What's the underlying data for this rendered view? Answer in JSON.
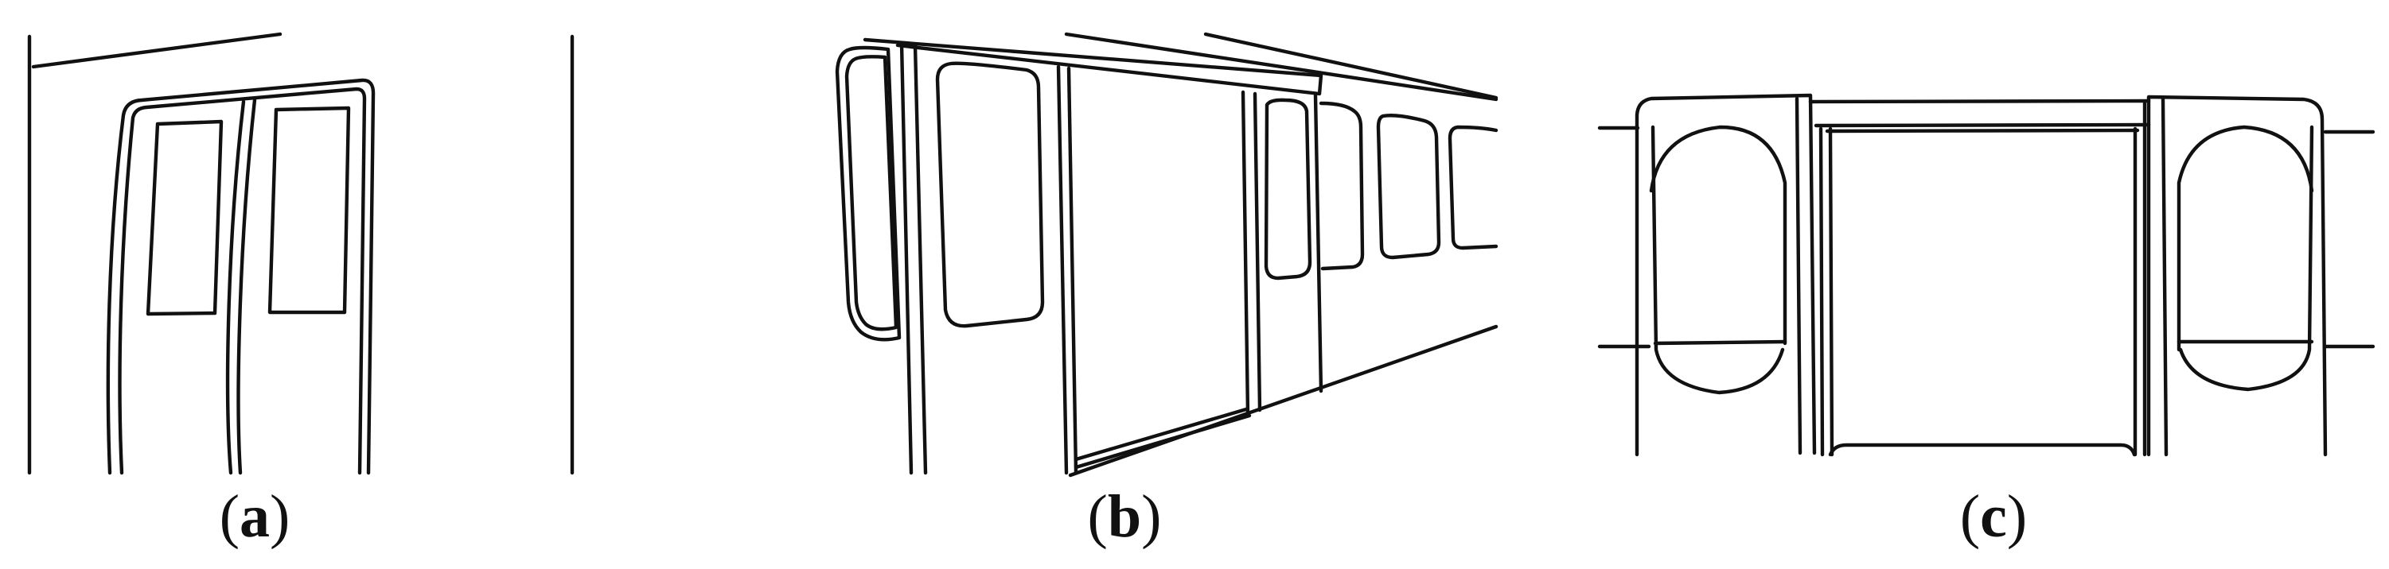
{
  "captions": [
    {
      "open": "(",
      "letter": "a",
      "close": ")"
    },
    {
      "open": "(",
      "letter": "b",
      "close": ")"
    },
    {
      "open": "(",
      "letter": "c",
      "close": ")"
    }
  ]
}
